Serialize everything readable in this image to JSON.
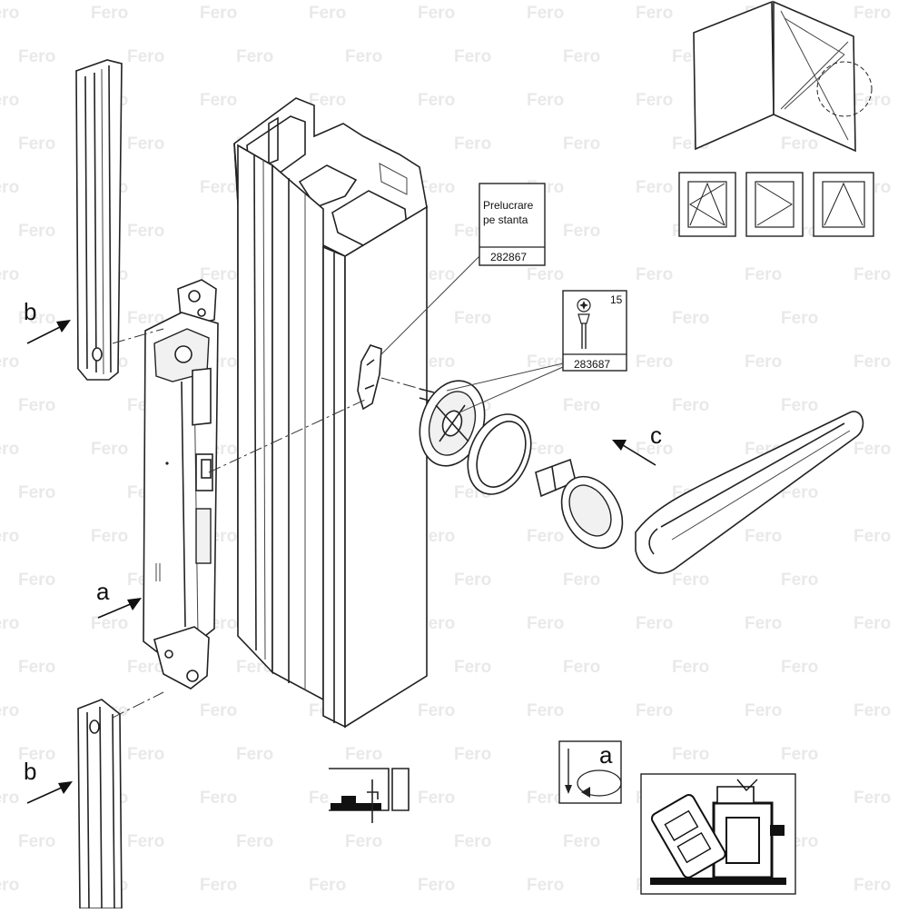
{
  "watermark": {
    "text": "Fero"
  },
  "labels": {
    "a_main": "a",
    "b_top": "b",
    "b_bottom": "b",
    "c_handle": "c",
    "a_rotation": "a"
  },
  "callout_drilling": {
    "line1": "Prelucrare",
    "line2": "pe stanta",
    "code": "282867"
  },
  "callout_screw": {
    "torx": "15",
    "code": "283687"
  },
  "colors": {
    "line": "#222222",
    "watermark": "#e9e9e9",
    "background": "#ffffff"
  }
}
